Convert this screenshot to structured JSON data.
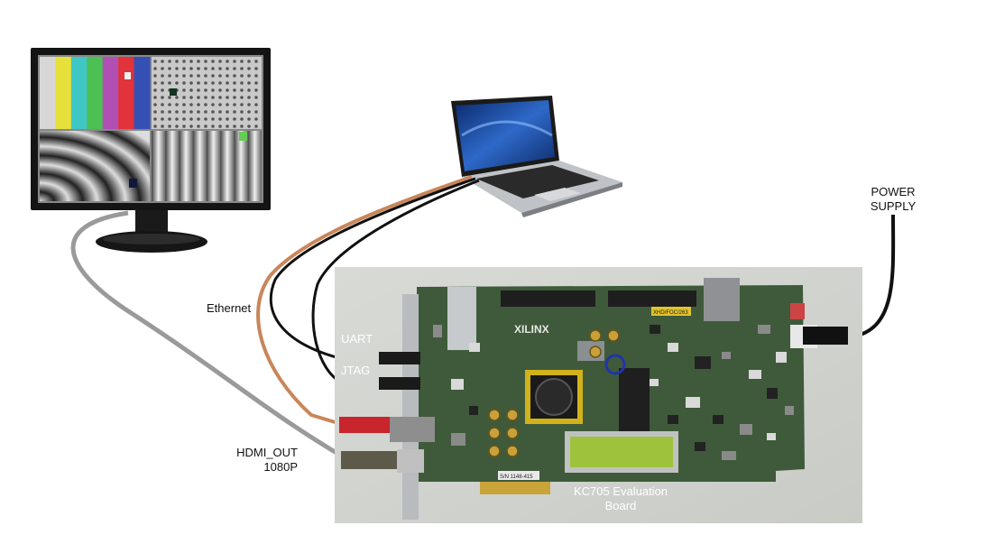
{
  "labels": {
    "power_supply_line1": "POWER",
    "power_supply_line2": "SUPPLY",
    "ethernet": "Ethernet",
    "uart": "UART",
    "jtag": "JTAG",
    "hdmi_line1": "HDMI_OUT",
    "hdmi_line2": "1080P",
    "board_line1": "KC705 Evaluation",
    "board_line2": "Board"
  },
  "board_silkscreen": {
    "brand": "XILINX",
    "code": "XHD/FOC/263",
    "serial": "S/N 1148-415"
  },
  "colors": {
    "hdmi_cable": "#9a9a9a",
    "ethernet_cable": "#c8865a",
    "usb_cable": "#111111",
    "power_cable": "#111111",
    "board_green": "#3f5a3a",
    "lcd_green": "#9fc23c",
    "color_bars": [
      "#d7d7d7",
      "#e8e03a",
      "#3fc7c6",
      "#4cbf55",
      "#b14fb5",
      "#e2323a",
      "#3550b4"
    ]
  }
}
